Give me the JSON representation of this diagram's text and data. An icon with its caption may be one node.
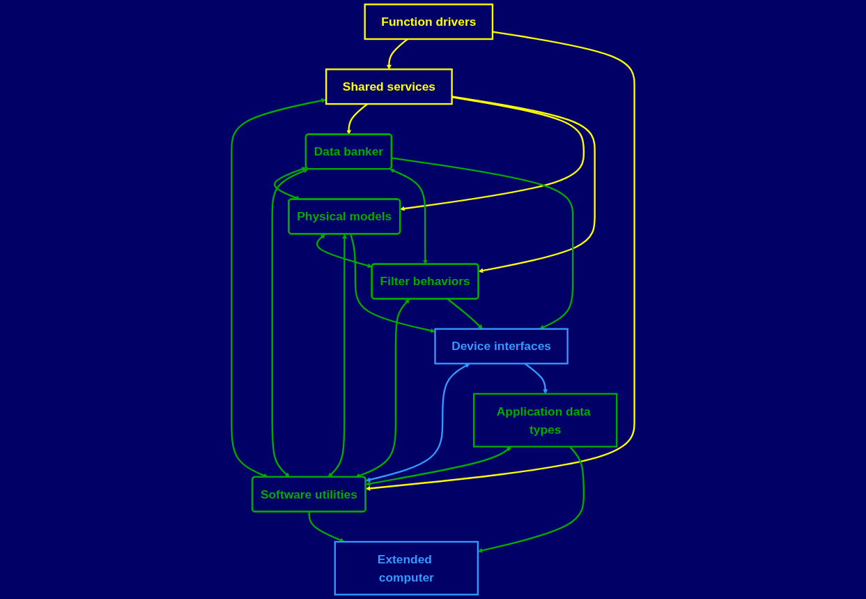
{
  "diagram": {
    "nodes": [
      {
        "text": [
          "Function drivers"
        ]
      },
      {
        "text": [
          "Shared services"
        ]
      },
      {
        "text": [
          "Software utilities"
        ]
      },
      {
        "text": [
          "Data banker"
        ]
      },
      {
        "text": [
          "Physical models"
        ]
      },
      {
        "text": [
          "Filter behaviors"
        ]
      },
      {
        "text": [
          "Device interfaces"
        ]
      },
      {
        "text": [
          "Application data types"
        ]
      },
      {
        "text": [
          "Extended computer"
        ]
      }
    ],
    "edges": [
      {
        "from": 0,
        "to": 1,
        "arrow": "to",
        "color": "#ffff00"
      },
      {
        "from": 0,
        "to": 2,
        "arrow": "to",
        "color": "#ffff00"
      },
      {
        "from": 1,
        "to": 2,
        "arrow": "both"
      },
      {
        "from": 1,
        "to": 3,
        "arrow": "to",
        "color": "#ffff00"
      },
      {
        "from": 1,
        "to": 4,
        "arrow": "to",
        "color": "#ffff00"
      },
      {
        "from": 1,
        "to": 5,
        "arrow": "to",
        "color": "#ffff00"
      },
      {
        "from": 3,
        "to": 4,
        "arrow": "both"
      },
      {
        "from": 4,
        "to": 5,
        "arrow": "both"
      },
      {
        "from": 5,
        "to": 2,
        "arrow": "both"
      },
      {
        "from": 3,
        "to": 2,
        "arrow": "both"
      },
      {
        "from": 3,
        "to": 5,
        "arrow": "both"
      },
      {
        "from": 4,
        "to": 2,
        "arrow": "both"
      },
      {
        "from": 3,
        "to": 6,
        "arrow": "to"
      },
      {
        "from": 4,
        "to": 6,
        "arrow": "to"
      },
      {
        "from": 5,
        "to": 6,
        "arrow": "to"
      },
      {
        "from": 6,
        "to": 2,
        "arrow": "both",
        "color": "#3399ff"
      },
      {
        "from": 6,
        "to": 7,
        "arrow": "to",
        "color": "#3399ff"
      },
      {
        "from": 7,
        "to": 2,
        "arrow": "both"
      },
      {
        "from": 7,
        "to": 8,
        "arrow": "to"
      },
      {
        "from": 2,
        "to": 8,
        "arrow": "to"
      }
    ]
  }
}
